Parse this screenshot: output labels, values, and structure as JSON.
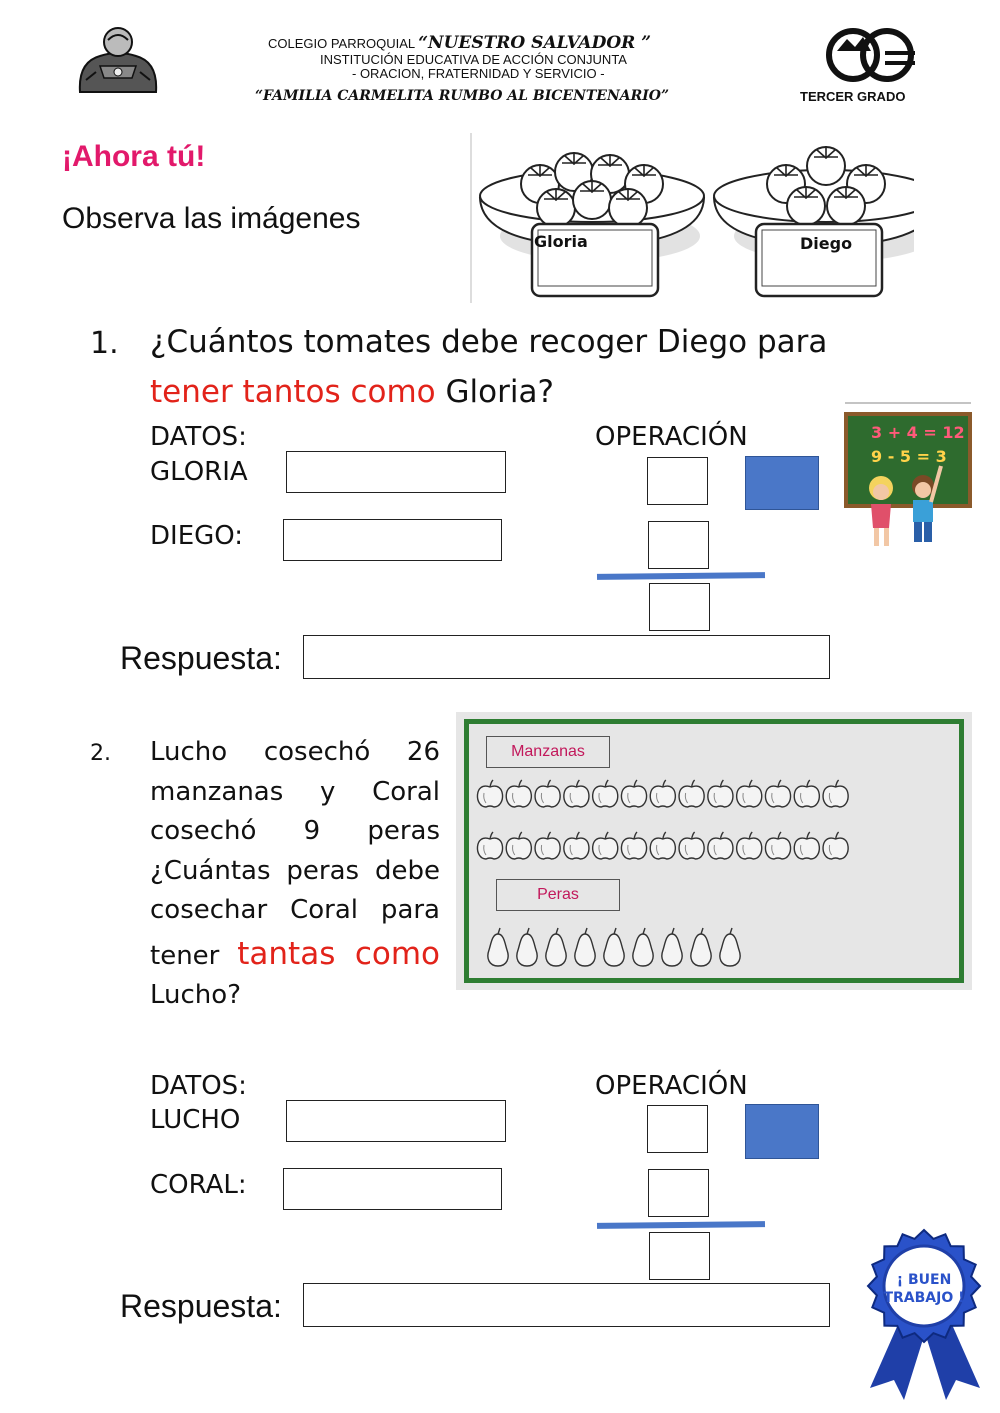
{
  "header": {
    "school_prefix": "COLEGIO PARROQUIAL",
    "school_name": "“NUESTRO SALVADOR ”",
    "line2": "INSTITUCIÓN EDUCATIVA DE ACCIÓN CONJUNTA",
    "line3": "- ORACION, FRATERNIDAD Y SERVICIO -",
    "motto": "“FAMILIA CARMELITA RUMBO AL BICENTENARIO”",
    "grade": "TERCER GRADO"
  },
  "intro": {
    "title": "¡Ahora tú!",
    "instruction": "Observa las imágenes",
    "bowl_labels": [
      "Gloria",
      "Diego"
    ],
    "bowl_counts": [
      7,
      5
    ]
  },
  "q1": {
    "number": "1.",
    "line1": "¿Cuántos tomates debe recoger Diego para",
    "line2_red": "tener tantos como",
    "line2_rest": " Gloria?",
    "datos_label": "DATOS:",
    "row1_label": "GLORIA",
    "row2_label": "DIEGO:",
    "operacion_label": "OPERACIÓN",
    "respuesta_label": "Respuesta:",
    "board": {
      "line1": "3 + 4 = 12",
      "line2": "9 - 5 = 3"
    }
  },
  "q2": {
    "number": "2.",
    "lines": [
      "Lucho cosechó 26",
      "manzanas y Coral",
      "cosechó 9 peras",
      "¿Cuántas peras debe",
      "cosechar Coral para"
    ],
    "line6_prefix": "tener ",
    "line6_red": "tantas como",
    "line7": "Lucho?",
    "panel_label_1": "Manzanas",
    "panel_label_2": "Peras",
    "apples_per_row": 13,
    "apple_rows": 2,
    "pears": 9,
    "datos_label": "DATOS:",
    "row1_label": "LUCHO",
    "row2_label": "CORAL:",
    "operacion_label": "OPERACIÓN",
    "respuesta_label": "Respuesta:"
  },
  "badge": {
    "line1": "¡ BUEN",
    "line2": "TRABAJO !"
  },
  "colors": {
    "blue_box": "#4a77c8",
    "red": "#e2231a",
    "pink_title": "#e2196b",
    "panel_border": "#2e7d32",
    "panel_bg": "#e6e6e6",
    "panel_label": "#c2185b"
  }
}
